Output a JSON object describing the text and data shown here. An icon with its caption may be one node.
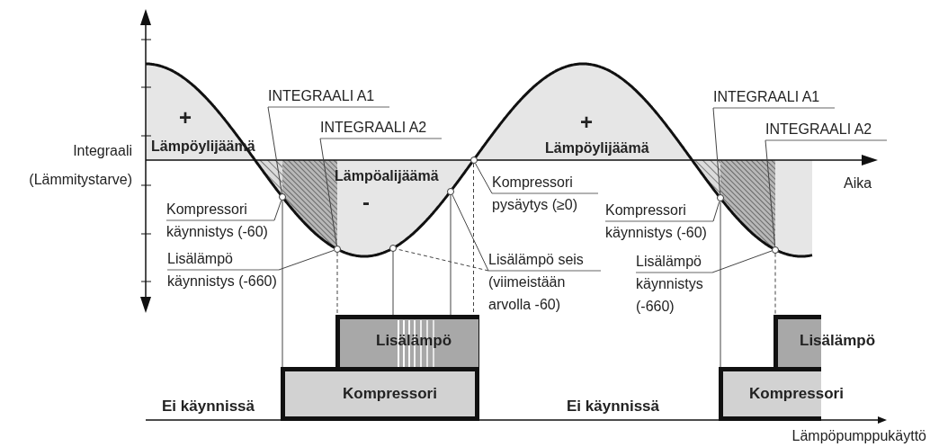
{
  "diagram": {
    "nodes": [
      {
        "text": [
          "INTEGRAALI A1"
        ]
      },
      {
        "text": [
          "INTEGRAALI A2"
        ]
      },
      {
        "text": [
          "Kompressori käynnistys (-60)"
        ]
      },
      {
        "text": [
          "Lisälämpö käynnistys (-660)"
        ]
      },
      {
        "text": [
          "Kompressori pysäytys (≥0)"
        ]
      },
      {
        "text": [
          "Lisälämpö seis (viimeistään arvolla -60)"
        ]
      },
      {
        "text": [
          "INTEGRAALI A1"
        ]
      },
      {
        "text": [
          "INTEGRAALI A2"
        ]
      },
      {
        "text": [
          "Kompressori käynnistys (-60)"
        ]
      },
      {
        "text": [
          "Lisälämpö käynnistys (-660)"
        ]
      },
      {
        "text": [],
        "shape": "circle"
      },
      {
        "text": [],
        "shape": "circle"
      },
      {
        "text": [],
        "shape": "circle"
      },
      {
        "text": [],
        "shape": "circle"
      },
      {
        "text": [],
        "shape": "circle"
      },
      {
        "text": [],
        "shape": "circle"
      },
      {
        "text": [],
        "shape": "circle"
      },
      {
        "text": [
          "Lisälämpö"
        ]
      },
      {
        "text": [
          "Kompressori"
        ]
      },
      {
        "text": [
          "Lisälämpö"
        ]
      },
      {
        "text": [
          "Kompressori"
        ]
      }
    ],
    "edges": [
      {
        "from": 0,
        "to": 10,
        "arrow": "none"
      },
      {
        "from": 1,
        "to": 11,
        "arrow": "none"
      },
      {
        "from": 2,
        "to": 10,
        "arrow": "none"
      },
      {
        "from": 3,
        "to": 11,
        "arrow": "none"
      },
      {
        "from": 4,
        "to": 14,
        "arrow": "none"
      },
      {
        "from": 5,
        "to": 13,
        "arrow": "none"
      },
      {
        "from": 5,
        "to": 12,
        "arrow": "none",
        "style": "dashed"
      },
      {
        "from": 6,
        "to": 15,
        "arrow": "none"
      },
      {
        "from": 7,
        "to": 16,
        "arrow": "none"
      },
      {
        "from": 8,
        "to": 15,
        "arrow": "none"
      },
      {
        "from": 9,
        "to": 16,
        "arrow": "none"
      },
      {
        "from": 10,
        "to": 18,
        "arrow": "none"
      },
      {
        "from": 11,
        "to": 17,
        "arrow": "none",
        "style": "dashed"
      },
      {
        "from": 12,
        "to": 17,
        "arrow": "none"
      },
      {
        "from": 13,
        "to": 17,
        "arrow": "none"
      },
      {
        "from": 14,
        "to": 17,
        "arrow": "none",
        "style": "dashed"
      },
      {
        "from": 15,
        "to": 20,
        "arrow": "none"
      },
      {
        "from": 16,
        "to": 19,
        "arrow": "none",
        "style": "dashed"
      }
    ],
    "labels": [
      "+",
      "+",
      "Integraali",
      "Lämpöylijäämä",
      "Lämpöylijäämä",
      "(Lämmitystarve)",
      "Lämpöalijäämä",
      "Aika",
      "-",
      "Ei käynnissä",
      "Ei käynnissä",
      "Lämpöpumppukäyttö"
    ]
  }
}
